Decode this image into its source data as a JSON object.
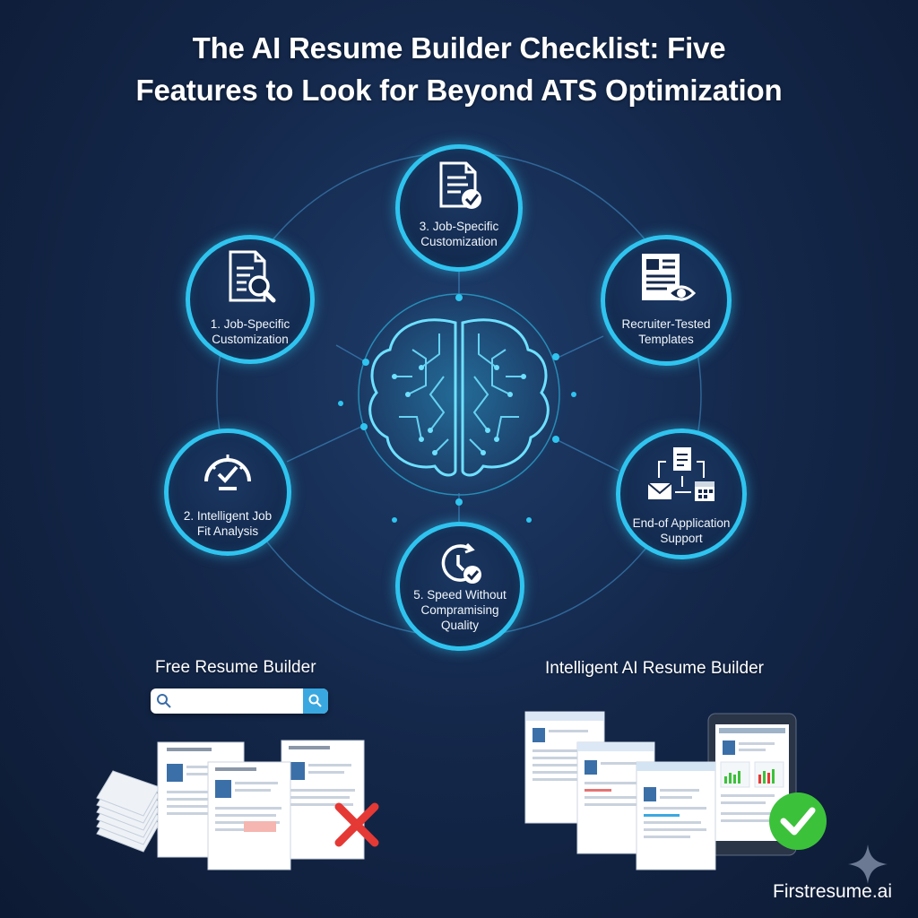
{
  "title": {
    "line1": "The AI Resume Builder Checklist: Five",
    "line2": "Features to Look for Beyond ATS Optimization"
  },
  "features": [
    {
      "line1": "3. Job-Specific",
      "line2": "Customization",
      "icon": "document-check-icon"
    },
    {
      "line1": "1. Job-Specific",
      "line2": "Customization",
      "icon": "document-search-icon"
    },
    {
      "line1": "Recruiter-Tested",
      "line2": "Templates",
      "icon": "template-eye-icon"
    },
    {
      "line1": "2. Intelligent Job",
      "line2": "Fit Analysis",
      "icon": "gauge-check-icon"
    },
    {
      "line1": "End-of Application",
      "line2": "Support",
      "icon": "workflow-icon"
    },
    {
      "line1": "5. Speed Without",
      "line2": "Compramising",
      "line3": "Quality",
      "icon": "clock-check-icon"
    }
  ],
  "center_icon": "circuit-brain-icon",
  "comparison": {
    "left_title": "Free Resume Builder",
    "right_title": "Intelligent AI Resume Builder",
    "left_status_icon": "red-x-icon",
    "right_status_icon": "green-check-icon",
    "search_icon": "search-icon"
  },
  "brand": "Firstresume.ai",
  "colors": {
    "accent": "#2fc4ef",
    "background": "#14284b",
    "reject": "#e53935",
    "approve": "#3cc13b"
  }
}
